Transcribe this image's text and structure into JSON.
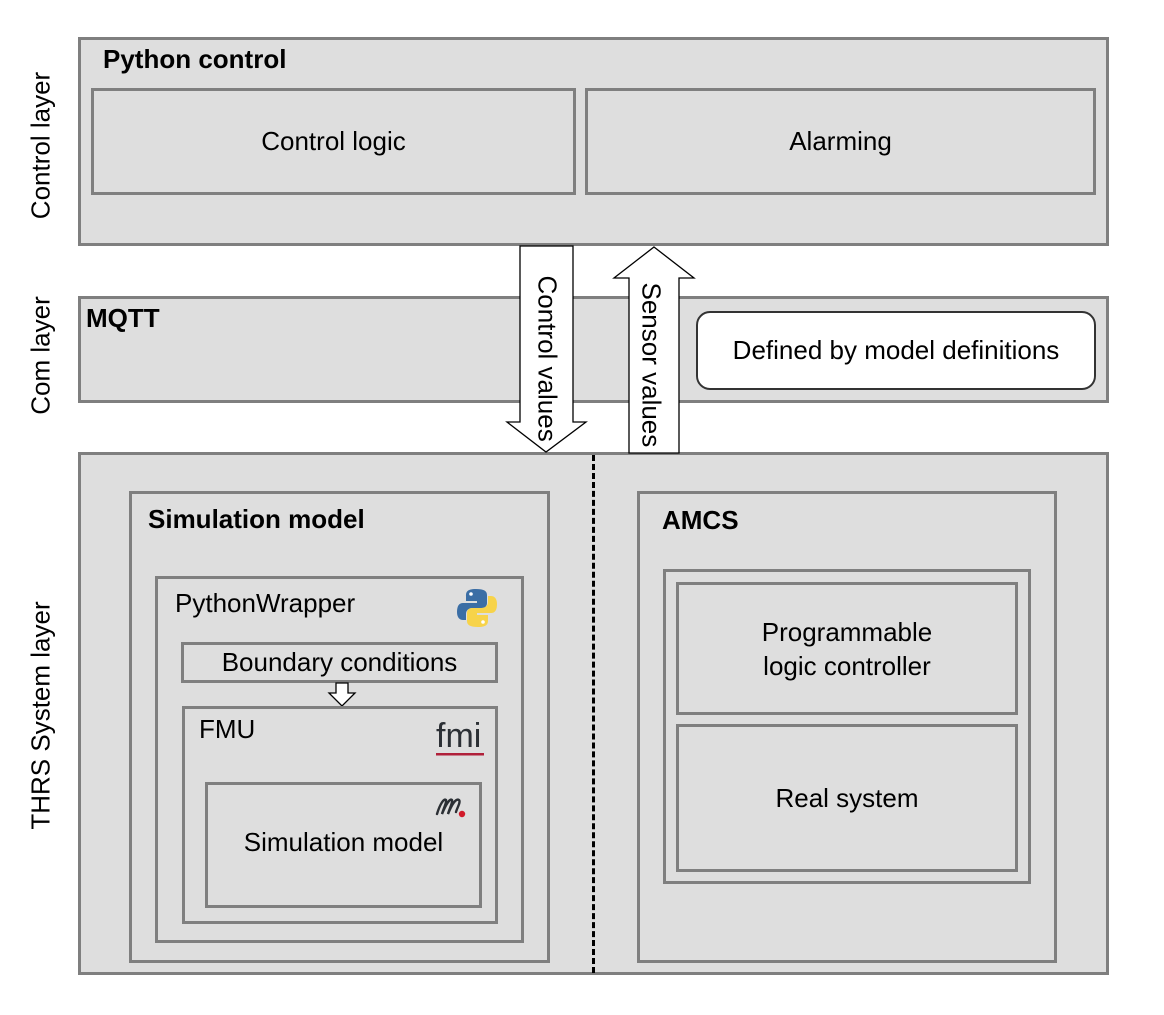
{
  "layers": {
    "control": "Control layer",
    "com": "Com layer",
    "system": "THRS System layer"
  },
  "control_layer": {
    "title": "Python control",
    "blocks": [
      "Control logic",
      "Alarming"
    ]
  },
  "com_layer": {
    "title": "MQTT",
    "note": "Defined by model definitions"
  },
  "arrows": {
    "down": "Control values",
    "up": "Sensor values"
  },
  "system_layer": {
    "simulation": {
      "title": "Simulation model",
      "wrapper": "PythonWrapper",
      "boundary": "Boundary conditions",
      "fmu": "FMU",
      "inner_model": "Simulation model",
      "icons": [
        "python-logo",
        "fmi-logo",
        "modelica-logo"
      ]
    },
    "amcs": {
      "title": "AMCS",
      "plc_line1": "Programmable",
      "plc_line2": "logic controller",
      "real": "Real system"
    }
  },
  "colors": {
    "box_fill": "#dedede",
    "box_border": "#7f7f7f",
    "fmi_red": "#b0203a",
    "python_blue": "#3b6ea5",
    "python_yellow": "#f7d34a",
    "modelica_red": "#d11a2a"
  }
}
